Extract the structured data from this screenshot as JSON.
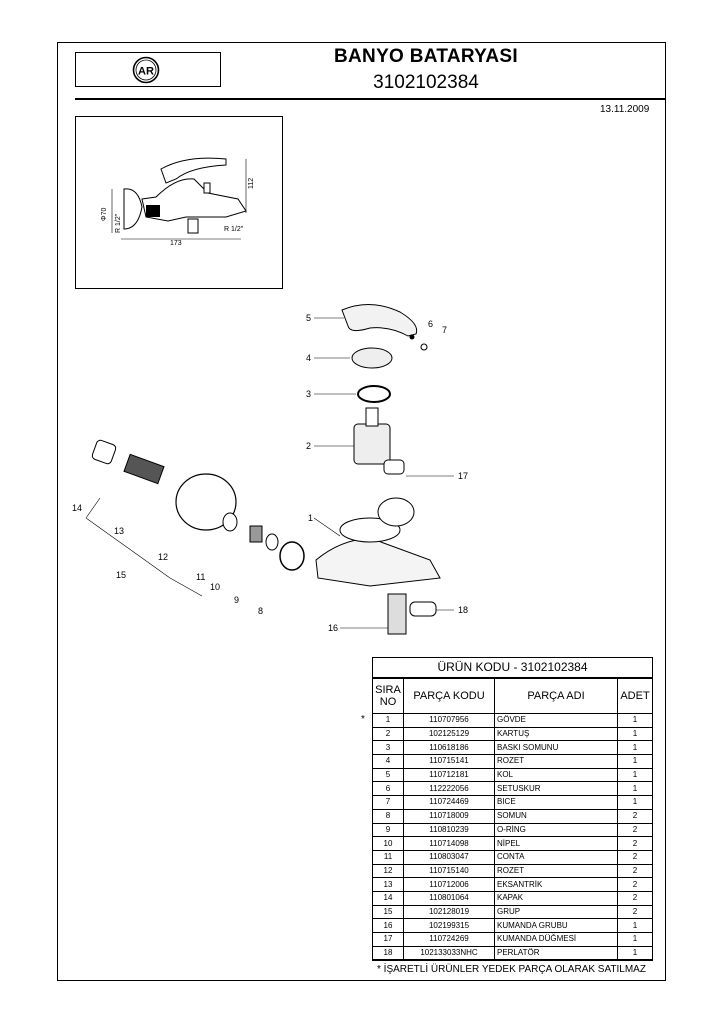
{
  "header": {
    "title": "BANYO BATARYASI",
    "code": "3102102384",
    "date": "13.11.2009",
    "logo_text": "AR"
  },
  "thumbnail": {
    "dim_height": "112",
    "dim_width": "173",
    "dim_diameter": "Φ70",
    "thread_left": "R 1/2\"",
    "thread_bottom": "R 1/2\""
  },
  "callouts": [
    "1",
    "2",
    "3",
    "4",
    "5",
    "6",
    "7",
    "8",
    "9",
    "10",
    "11",
    "12",
    "13",
    "14",
    "15",
    "16",
    "17",
    "18"
  ],
  "table": {
    "title": "ÜRÜN KODU - 3102102384",
    "headers": {
      "no_line1": "SIRA",
      "no_line2": "NO",
      "code": "PARÇA KODU",
      "name": "PARÇA ADI",
      "qty": "ADET"
    },
    "rows": [
      {
        "no": "1",
        "code": "110707956",
        "name": "GÖVDE",
        "qty": "1",
        "marked": true
      },
      {
        "no": "2",
        "code": "102125129",
        "name": "KARTUŞ",
        "qty": "1"
      },
      {
        "no": "3",
        "code": "110618186",
        "name": "BASKI SOMUNU",
        "qty": "1"
      },
      {
        "no": "4",
        "code": "110715141",
        "name": "ROZET",
        "qty": "1"
      },
      {
        "no": "5",
        "code": "110712181",
        "name": "KOL",
        "qty": "1"
      },
      {
        "no": "6",
        "code": "112222056",
        "name": "SETUSKUR",
        "qty": "1"
      },
      {
        "no": "7",
        "code": "110724469",
        "name": "BICE",
        "qty": "1"
      },
      {
        "no": "8",
        "code": "110718009",
        "name": "SOMUN",
        "qty": "2"
      },
      {
        "no": "9",
        "code": "110810239",
        "name": "O-RİNG",
        "qty": "2"
      },
      {
        "no": "10",
        "code": "110714098",
        "name": "NİPEL",
        "qty": "2"
      },
      {
        "no": "11",
        "code": "110803047",
        "name": "CONTA",
        "qty": "2"
      },
      {
        "no": "12",
        "code": "110715140",
        "name": "ROZET",
        "qty": "2"
      },
      {
        "no": "13",
        "code": "110712006",
        "name": "EKSANTRİK",
        "qty": "2"
      },
      {
        "no": "14",
        "code": "110801064",
        "name": "KAPAK",
        "qty": "2"
      },
      {
        "no": "15",
        "code": "102128019",
        "name": "GRUP",
        "qty": "2"
      },
      {
        "no": "16",
        "code": "102199315",
        "name": "KUMANDA GRUBU",
        "qty": "1"
      },
      {
        "no": "17",
        "code": "110724269",
        "name": "KUMANDA DÜĞMESİ",
        "qty": "1"
      },
      {
        "no": "18",
        "code": "102133033NHC",
        "name": "PERLATÖR",
        "qty": "1"
      }
    ],
    "star": "*",
    "footnote": "* İŞARETLİ ÜRÜNLER YEDEK PARÇA OLARAK SATILMAZ"
  }
}
